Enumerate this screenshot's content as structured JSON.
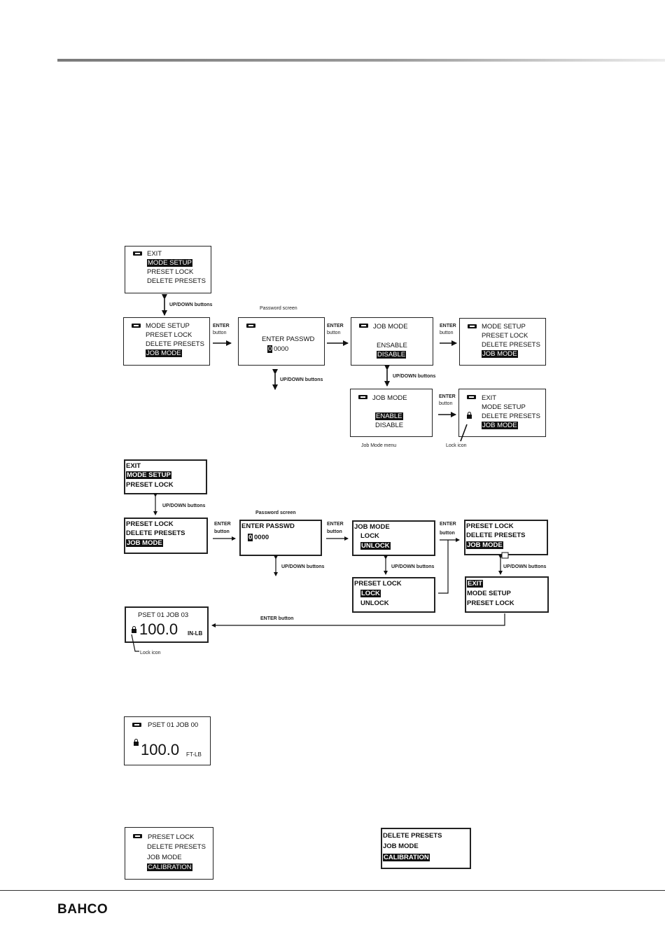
{
  "brand": "BAHCO",
  "diagram1": {
    "menu_top": [
      "EXIT",
      "MODE SETUP",
      "PRESET LOCK",
      "DELETE PRESETS"
    ],
    "updown_label": "UP/DOWN buttons",
    "menu_mid": [
      "MODE SETUP",
      "PRESET LOCK",
      "DELETE PRESETS",
      "JOB MODE"
    ],
    "enter_label": "ENTER",
    "button_label": "button",
    "password_caption": "Password screen",
    "password_prompt": "ENTER PASSWD",
    "password_first": "0",
    "password_rest": "0000",
    "jobmode_title": "JOB MODE",
    "jobmode_options_a": [
      "ENSABLE",
      "DISABLE"
    ],
    "jobmode_options_b": [
      "ENABLE",
      "DISABLE"
    ],
    "jobmode_caption": "Job Mode menu",
    "menu_result_a": [
      "MODE SETUP",
      "PRESET LOCK",
      "DELETE PRESETS",
      "JOB MODE"
    ],
    "menu_result_b": [
      "EXIT",
      "MODE SETUP",
      "DELETE PRESETS",
      "JOB MODE"
    ],
    "lock_icon_caption": "Lock icon"
  },
  "diagram2": {
    "menu_top": [
      "EXIT",
      "MODE SETUP",
      "PRESET LOCK"
    ],
    "updown_label": "UP/DOWN buttons",
    "menu_mid": [
      "PRESET LOCK",
      "DELETE PRESETS",
      "JOB MODE"
    ],
    "enter_label": "ENTER",
    "button_label": "button",
    "password_caption": "Password screen",
    "password_prompt": "ENTER PASSWD",
    "password_first": "0",
    "password_rest": "0000",
    "jobmode_lines": [
      "JOB MODE",
      "LOCK",
      "UNLOCK"
    ],
    "presetlock_lines": [
      "PRESET LOCK",
      "LOCK",
      "UNLOCK"
    ],
    "result_a": [
      "PRESET LOCK",
      "DELETE PRESETS",
      "JOB MODE"
    ],
    "result_b": [
      "EXIT",
      "MODE SETUP",
      "PRESET LOCK"
    ],
    "run_header": "PSET 01  JOB   03",
    "run_value": "100.0",
    "run_unit": "IN-LB",
    "enter_button_label": "ENTER button",
    "lock_icon_caption": "Lock icon"
  },
  "run_screen": {
    "header": "PSET 01   JOB 00",
    "value": "100.0",
    "unit": "FT-LB"
  },
  "calib_screen_a": [
    "PRESET LOCK",
    "DELETE PRESETS",
    "JOB MODE",
    "CALIBRATION"
  ],
  "calib_screen_b": [
    "DELETE PRESETS",
    "JOB MODE",
    "CALIBRATION"
  ]
}
